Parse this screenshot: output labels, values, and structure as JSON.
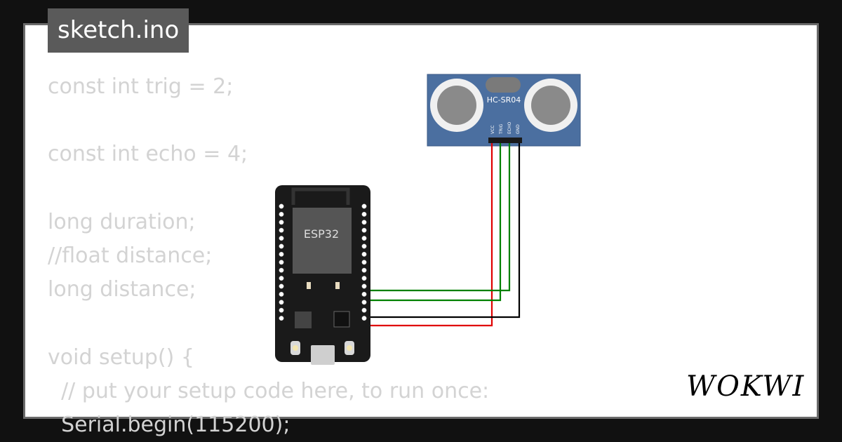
{
  "file_tab": {
    "label": "sketch.ino"
  },
  "code_lines": [
    "const int trig = 2;",
    "",
    "const int echo = 4;",
    "",
    "long duration;",
    "//float distance;",
    "long distance;",
    "",
    "void setup() {",
    "  // put your setup code here, to run once:",
    "  Serial.begin(115200);"
  ],
  "sensor": {
    "label": "HC-SR04",
    "pins": [
      "VCC",
      "TRIG",
      "ECHO",
      "GND"
    ]
  },
  "board": {
    "label": "ESP32"
  },
  "brand": {
    "logo": "WOKWI"
  },
  "colors": {
    "wire_green": "#008000",
    "wire_red": "#e00000",
    "wire_black": "#000000",
    "sensor_blue": "#4b6fa0",
    "board_black": "#1a1a1a"
  }
}
